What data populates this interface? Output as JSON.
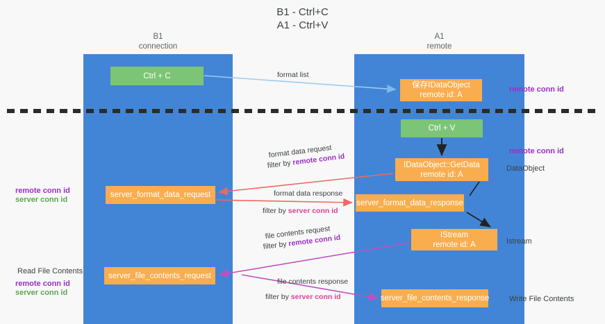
{
  "title": {
    "line1": "B1 - Ctrl+C",
    "line2": "A1 - Ctrl+V"
  },
  "columns": [
    {
      "name": "B1",
      "role": "connection"
    },
    {
      "name": "A1",
      "role": "remote"
    }
  ],
  "nodes": {
    "ctrl_c": {
      "label": "Ctrl + C",
      "color": "#7cc576"
    },
    "idataobject": {
      "line1": "保存IDataObject",
      "line2": "remote id: A",
      "color": "#f9ad4e"
    },
    "ctrl_v": {
      "label": "Ctrl + V",
      "color": "#7cc576"
    },
    "getdata": {
      "line1": "IDataObject::GetData",
      "line2": "remote id: A",
      "color": "#f9ad4e"
    },
    "server_format_data_request": {
      "label": "server_format_data_request",
      "color": "#f9ad4e"
    },
    "server_format_data_response": {
      "label": "server_format_data_response",
      "color": "#f9ad4e"
    },
    "istream": {
      "line1": "IStream",
      "line2": "remote id: A",
      "color": "#f9ad4e"
    },
    "server_file_contents_request": {
      "label": "server_file_contents_request",
      "color": "#f9ad4e"
    },
    "server_file_contents_response": {
      "label": "server_file_contents_response",
      "color": "#f9ad4e"
    }
  },
  "edge_labels": {
    "format_list": "format list",
    "format_data_request": "format data request",
    "format_data_request_filter_prefix": "filter by ",
    "format_data_request_filter_key": "remote conn id",
    "format_data_response": "format data response",
    "format_data_response_filter_prefix": "filter by ",
    "format_data_response_filter_key": "server conn id",
    "file_contents_request": "file contents request",
    "file_contents_request_filter_prefix": "filter by ",
    "file_contents_request_filter_key": "remote conn id",
    "file_contents_response": "file contents response",
    "file_contents_response_filter_prefix": "filter by ",
    "file_contents_response_filter_key": "server conn id"
  },
  "side_labels": {
    "remote_conn_id_top": "remote conn id",
    "remote_conn_id_mid": "remote conn id",
    "dataobject": "DataObject",
    "istream": "Istream",
    "write_file_contents": "Write File Contents",
    "left_remote_conn_id_mid": "remote conn id",
    "left_server_conn_id_mid": "server conn id",
    "read_file_contents": "Read File Contents",
    "left_remote_conn_id_bottom": "remote conn id",
    "left_server_conn_id_bottom": "server conn id"
  },
  "colors": {
    "lane": "#4285d6",
    "green_node": "#7cc576",
    "orange_node": "#f9ad4e",
    "purple_text": "#9b30c4",
    "green_text": "#5aa84f",
    "magenta_text": "#e0409c",
    "arrow_light_blue": "#9ecbf0",
    "arrow_red": "#ea6a62",
    "arrow_magenta": "#c24fc2",
    "arrow_black": "#222222",
    "divider": "#2b2b2b",
    "background": "#f8f8f8"
  }
}
